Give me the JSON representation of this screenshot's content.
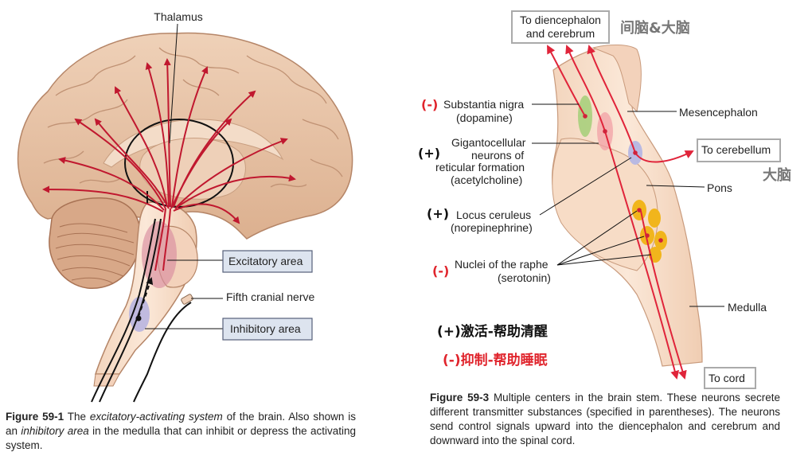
{
  "left": {
    "thalamus": "Thalamus",
    "excitatory_area": "Excitatory area",
    "fifth_cranial_nerve": "Fifth cranial nerve",
    "inhibitory_area": "Inhibitory area",
    "caption": {
      "fig": "Figure 59-1",
      "t1": " The ",
      "t2": "excitatory-activating system",
      "t3": " of the brain. Also shown is an ",
      "t4": "inhibitory area",
      "t5": " in the medulla that can inhibit or depress the activating system."
    }
  },
  "right": {
    "to_diencephalon_1": "To diencephalon",
    "to_diencephalon_2": "and cerebrum",
    "cn_diencephalon": "间脑&大脑",
    "substantia_sign": "(-)",
    "substantia_1": "Substantia nigra",
    "substantia_2": "(dopamine)",
    "mesencephalon": "Mesencephalon",
    "giganto_sign": "(+)",
    "giganto_1": "Gigantocellular",
    "giganto_2": "neurons of",
    "giganto_3": "reticular formation",
    "giganto_4": "(acetylcholine)",
    "to_cerebellum": "To cerebellum",
    "cn_cerebellum": "大脑",
    "pons": "Pons",
    "locus_sign": "(+)",
    "locus_1": "Locus ceruleus",
    "locus_2": "(norepinephrine)",
    "raphe_sign": "(-)",
    "raphe_1": "Nuclei of the raphe",
    "raphe_2": "(serotonin)",
    "medulla": "Medulla",
    "note_activate": "(+)激活-帮助清醒",
    "note_inhibit": "(-)抑制-帮助睡眠",
    "to_cord": "To cord",
    "caption": {
      "fig": "Figure 59-3",
      "text": "  Multiple centers in the brain stem. These neurons secrete different transmitter substances (specified in parentheses). The neurons send control signals upward into the diencephalon and cerebrum and downward into the spinal cord."
    }
  },
  "colors": {
    "arrow_red": "#c0182f",
    "brain_tan": "#e8c4a6",
    "stem_tan": "#f6dcc6",
    "label_box_fill": "#dde4ef",
    "label_box_stroke": "#56607a",
    "sign_red": "#e0242c",
    "sign_black": "#111111",
    "cn_gray": "#777777",
    "substantia_green": "#a8cf7c",
    "locus_lavender": "#b9b9e2",
    "raphe_yellow": "#f1b51c"
  }
}
